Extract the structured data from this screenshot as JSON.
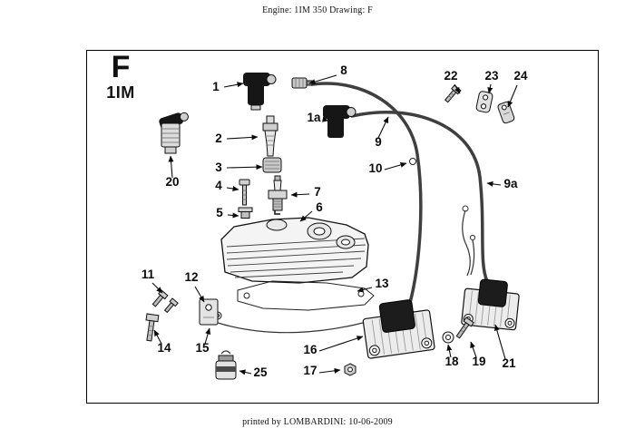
{
  "header": {
    "title": "Engine: 1IM 350  Drawing: F"
  },
  "footer": {
    "text": "printed by LOMBARDINI:  10-06-2009"
  },
  "colors": {
    "ink": "#111111",
    "cable": "#3f3f3f",
    "part_dark": "#161616",
    "part_light": "#e8e8e8"
  },
  "drawing": {
    "code": "F",
    "model": "1IM",
    "callouts": [
      {
        "label": "1",
        "t": [
          238,
          100
        ],
        "line": [
          247,
          96,
          268,
          92
        ]
      },
      {
        "label": "8",
        "t": [
          379,
          82
        ],
        "line": [
          371,
          83,
          341,
          92
        ]
      },
      {
        "label": "1a",
        "t": [
          346,
          134
        ],
        "line": [
          357,
          132,
          362,
          133
        ]
      },
      {
        "label": "2",
        "t": [
          241,
          157
        ],
        "line": [
          250,
          153,
          284,
          151
        ]
      },
      {
        "label": "9",
        "t": [
          417,
          161
        ],
        "line": [
          417,
          152,
          428,
          129
        ]
      },
      {
        "label": "3",
        "t": [
          241,
          189
        ],
        "line": [
          250,
          185,
          289,
          184
        ]
      },
      {
        "label": "10",
        "t": [
          414,
          190
        ],
        "line": [
          424,
          187,
          448,
          180
        ]
      },
      {
        "label": "4",
        "t": [
          241,
          209
        ],
        "line": [
          250,
          207,
          263,
          209
        ]
      },
      {
        "label": "7",
        "t": [
          350,
          216
        ],
        "line": [
          341,
          214,
          321,
          215
        ]
      },
      {
        "label": "9a",
        "t": [
          563,
          207
        ],
        "line": [
          552,
          204,
          537,
          202
        ]
      },
      {
        "label": "5",
        "t": [
          242,
          239
        ],
        "line": [
          251,
          237,
          263,
          238
        ]
      },
      {
        "label": "6",
        "t": [
          352,
          233
        ],
        "line": [
          344,
          233,
          331,
          244
        ]
      },
      {
        "label": "20",
        "t": [
          190,
          205
        ],
        "line": [
          190,
          196,
          188,
          172
        ]
      },
      {
        "label": "22",
        "t": [
          497,
          88
        ],
        "line": [
          501,
          93,
          507,
          103
        ]
      },
      {
        "label": "23",
        "t": [
          542,
          88
        ],
        "line": [
          541,
          93,
          539,
          103
        ]
      },
      {
        "label": "24",
        "t": [
          574,
          88
        ],
        "line": [
          570,
          94,
          560,
          118
        ]
      },
      {
        "label": "11",
        "t": [
          163,
          307
        ],
        "line": [
          168,
          312,
          179,
          323
        ]
      },
      {
        "label": "12",
        "t": [
          211,
          310
        ],
        "line": [
          215,
          316,
          225,
          333
        ]
      },
      {
        "label": "13",
        "t": [
          421,
          317
        ],
        "line": [
          410,
          317,
          394,
          321
        ]
      },
      {
        "label": "14",
        "t": [
          181,
          388
        ],
        "line": [
          178,
          379,
          170,
          364
        ]
      },
      {
        "label": "15",
        "t": [
          223,
          388
        ],
        "line": [
          226,
          379,
          231,
          362
        ]
      },
      {
        "label": "25",
        "t": [
          287,
          415
        ],
        "line": [
          277,
          412,
          264,
          409
        ]
      },
      {
        "label": "16",
        "t": [
          342,
          390
        ],
        "line": [
          352,
          387,
          400,
          371
        ]
      },
      {
        "label": "17",
        "t": [
          342,
          413
        ],
        "line": [
          352,
          411,
          375,
          408
        ]
      },
      {
        "label": "18",
        "t": [
          498,
          403
        ],
        "line": [
          497,
          394,
          494,
          380
        ]
      },
      {
        "label": "19",
        "t": [
          528,
          403
        ],
        "line": [
          525,
          394,
          519,
          377
        ]
      },
      {
        "label": "21",
        "t": [
          561,
          405
        ],
        "line": [
          557,
          396,
          546,
          358
        ]
      }
    ]
  }
}
